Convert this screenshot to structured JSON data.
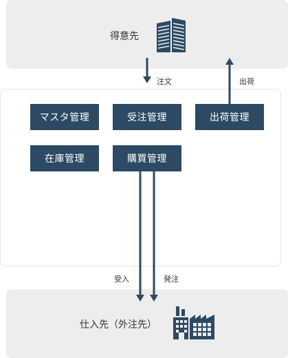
{
  "customer": {
    "label": "得意先"
  },
  "supplier": {
    "label": "仕入先（外注先）"
  },
  "modules": {
    "master": "マスタ管理",
    "order_receiving": "受注管理",
    "shipping": "出荷管理",
    "inventory": "在庫管理",
    "purchasing": "購買管理"
  },
  "flows": {
    "order": "注文",
    "shipment": "出荷",
    "receiving": "受入",
    "purchase_order": "発注"
  },
  "colors": {
    "box": "#2c4a63",
    "arrow": "#2c4a63",
    "band": "#ededed"
  },
  "icons": {
    "customer": "office-buildings-icon",
    "supplier": "factory-icon"
  }
}
